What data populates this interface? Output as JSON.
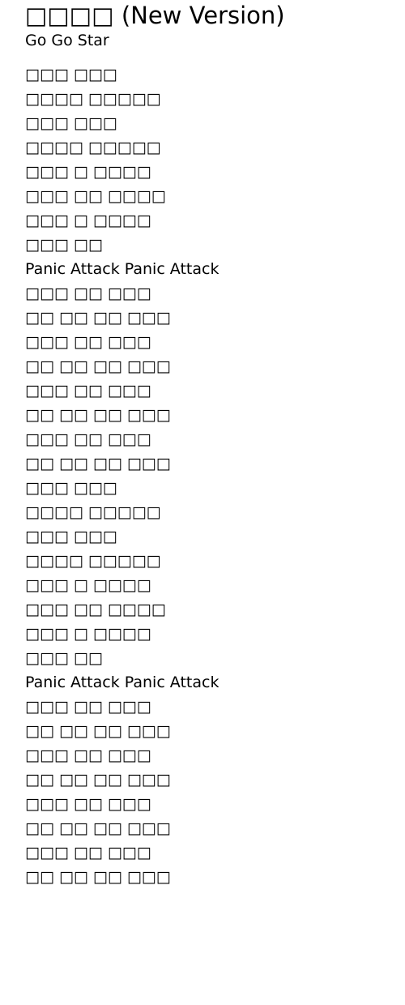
{
  "song": {
    "title": "□□□□ (New Version)",
    "artist": "Go Go Star"
  },
  "lyrics": [
    "□□□ □□□",
    "□□□□ □□□□□",
    "□□□ □□□",
    "□□□□ □□□□□",
    "□□□ □ □□□□",
    "□□□ □□ □□□□",
    "□□□ □ □□□□",
    "□□□ □□",
    "Panic Attack Panic Attack",
    "□□□ □□ □□□",
    "□□ □□ □□ □□□",
    "□□□ □□ □□□",
    "□□ □□ □□ □□□",
    "□□□ □□ □□□",
    "□□ □□ □□ □□□",
    "□□□ □□ □□□",
    "□□ □□ □□ □□□",
    "□□□ □□□",
    "□□□□ □□□□□",
    "□□□ □□□",
    "□□□□ □□□□□",
    "□□□ □ □□□□",
    "□□□ □□ □□□□",
    "□□□ □ □□□□",
    "□□□ □□",
    "Panic Attack Panic Attack",
    "□□□ □□ □□□",
    "□□ □□ □□ □□□",
    "□□□ □□ □□□",
    "□□ □□ □□ □□□",
    "□□□ □□ □□□",
    "□□ □□ □□ □□□",
    "□□□ □□ □□□",
    "□□ □□ □□ □□□"
  ]
}
